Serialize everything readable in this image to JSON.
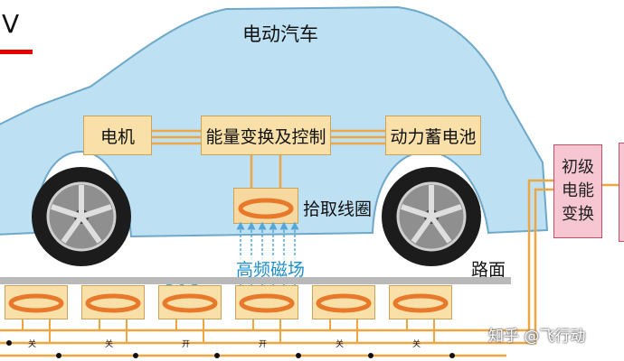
{
  "labels": {
    "corner_mark": "V",
    "vehicle": "电动汽车",
    "pickup_coil": "拾取线圈",
    "hf_field": "高频磁场",
    "road_surface": "路面",
    "watermark": "知乎 @飞行动"
  },
  "boxes": {
    "motor": "电机",
    "energy_conversion": "能量变换及控制",
    "battery": "动力蓄电池",
    "primary_conversion": [
      "初级",
      "电能",
      "变换"
    ]
  },
  "switches": [
    "关",
    "关",
    "开",
    "开",
    "关",
    "关"
  ],
  "colors": {
    "car_body": "#bde0f3",
    "car_outline": "#6ea8c8",
    "box_fill": "#f8e0a8",
    "coil": "#e8782a",
    "wire": "#f0a640",
    "field_arrows": "#57a7d6",
    "road": "#b9b9b9",
    "pink_box": "#f6c7d2",
    "accent_red": "#e60000"
  }
}
